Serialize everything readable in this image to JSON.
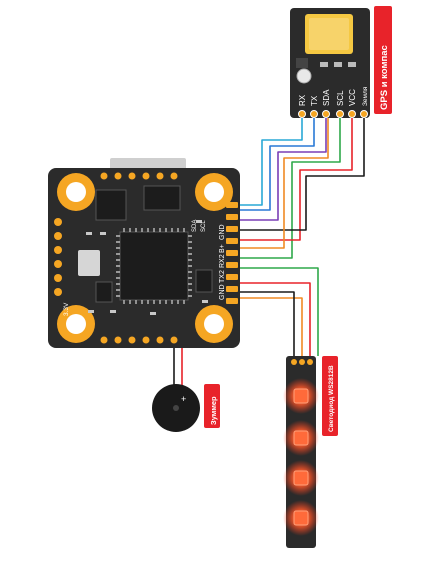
{
  "gps_module": {
    "title": "GPS и компас",
    "pins": {
      "rx": "RX",
      "tx": "TX",
      "sda": "SDA",
      "scl": "SCL",
      "vcc": "VCC",
      "gnd": "Земля"
    }
  },
  "flight_controller": {
    "pins_top": {
      "sda": "SDA",
      "scl": "SCL"
    },
    "pins_bottom": {
      "gnd": "GND",
      "tx2": "TX2",
      "rx2": "RX2",
      "bplus": "B+",
      "gnd2": "GND"
    },
    "voltage_label": "3.3V"
  },
  "buzzer": {
    "label": "Зуммер",
    "plus_sign": "+"
  },
  "led_strip": {
    "label": "Светодиод WS2812B"
  },
  "colors": {
    "tag_red": "#e8232a",
    "board_dark": "#2b2b2b",
    "pad_orange": "#f5a623",
    "wire_blue": "#2979d6",
    "wire_cyan": "#29a8d6",
    "wire_green": "#2fa84a",
    "wire_red": "#e8232a",
    "wire_orange": "#f08a24",
    "wire_black": "#1a1a1a",
    "wire_purple": "#7a3fb5",
    "led_glow": "#ff5a2a"
  }
}
